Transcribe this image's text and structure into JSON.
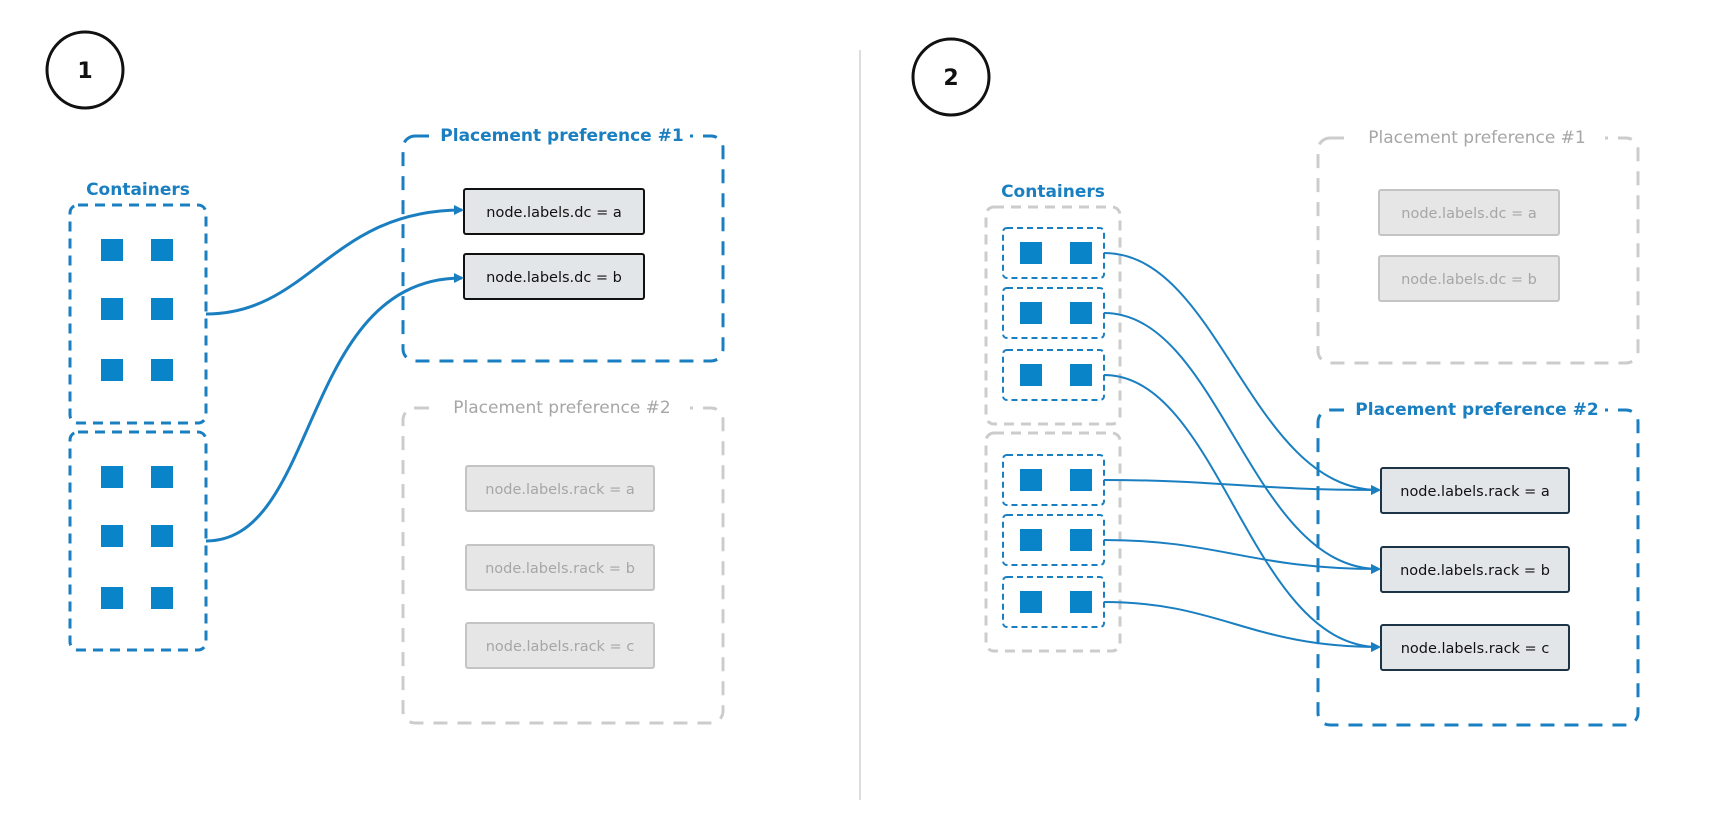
{
  "colors": {
    "blue": "#1a7fc1",
    "square": "#0a84c8",
    "gray": "#cccccc",
    "gray_text": "#a6a6a6",
    "node_fill": "#e3e6e9",
    "node_fill_inactive": "#e6e6e6",
    "divider": "#dddddd"
  },
  "panel1": {
    "number": "1",
    "containers_label": "Containers",
    "pref1": {
      "title": "Placement preference #1",
      "nodes": [
        "node.labels.dc = a",
        "node.labels.dc = b"
      ]
    },
    "pref2": {
      "title": "Placement preference #2",
      "nodes": [
        "node.labels.rack = a",
        "node.labels.rack = b",
        "node.labels.rack = c"
      ]
    }
  },
  "panel2": {
    "number": "2",
    "containers_label": "Containers",
    "pref1": {
      "title": "Placement preference #1",
      "nodes": [
        "node.labels.dc = a",
        "node.labels.dc = b"
      ]
    },
    "pref2": {
      "title": "Placement preference #2",
      "nodes": [
        "node.labels.rack = a",
        "node.labels.rack = b",
        "node.labels.rack = c"
      ]
    }
  }
}
